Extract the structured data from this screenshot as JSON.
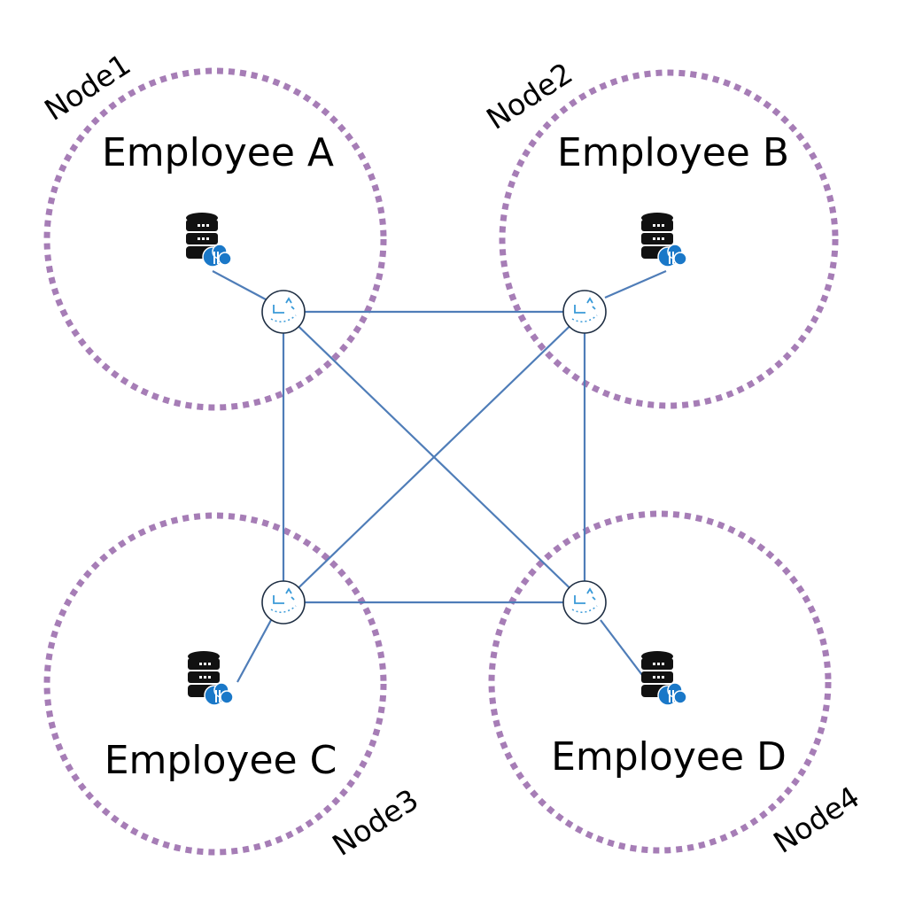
{
  "colors": {
    "ring": "#a67db6",
    "link": "#4f7db8",
    "cloud": "#1a78c8"
  },
  "employees": [
    {
      "label": "Employee A",
      "node": "Node1"
    },
    {
      "label": "Employee B",
      "node": "Node2"
    },
    {
      "label": "Employee C",
      "node": "Node3"
    },
    {
      "label": "Employee D",
      "node": "Node4"
    }
  ],
  "icons": {
    "hub": "blockchain-node-icon",
    "storage": "database-cloud-sync-icon"
  }
}
